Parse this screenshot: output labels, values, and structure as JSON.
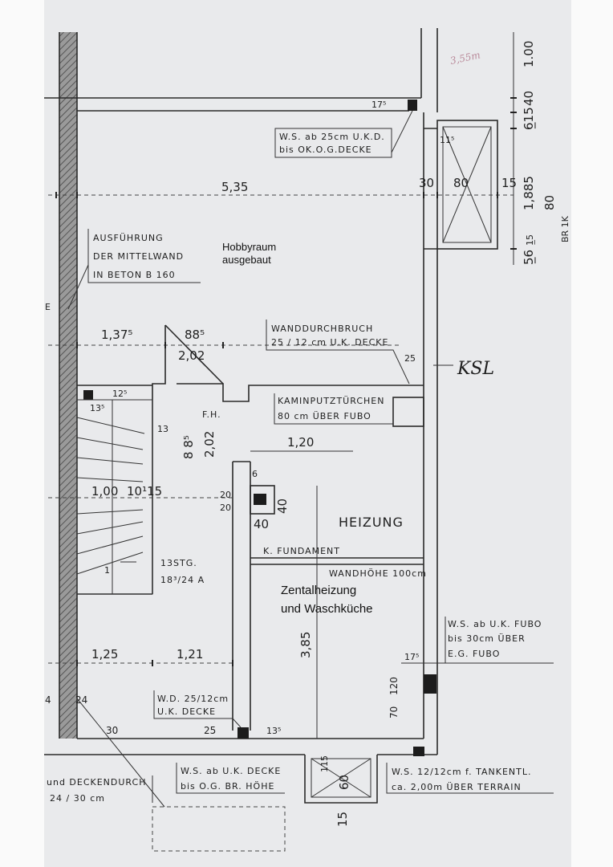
{
  "labels": {
    "hobbyraum_1": "Hobbyraum",
    "hobbyraum_2": "ausgebaut",
    "zentral_1": "Zentalheizung",
    "zentral_2": "und Waschküche",
    "heizung": "HEIZUNG",
    "fundament": "K. FUNDAMENT",
    "wandhoehe": "WANDHÖHE 100cm",
    "ksl": "KSL",
    "stg_1": "13STG.",
    "stg_2": "18³/24 A",
    "fh": "F.H.",
    "pencil": "3,55m"
  },
  "notes": {
    "ws_top_1": "W.S. ab 25cm U.K.D.",
    "ws_top_2": "bis OK.O.G.DECKE",
    "ausf_1": "AUSFÜHRUNG",
    "ausf_2": "DER MITTELWAND",
    "ausf_3": "IN BETON B 160",
    "wdb_1": "WANDDURCHBRUCH",
    "wdb_2": "25 / 12 cm U.K. DECKE",
    "kamin_1": "KAMINPUTZTÜRCHEN",
    "kamin_2": "80 cm ÜBER FUBO",
    "wsfubo_1": "W.S. ab U.K. FUBO",
    "wsfubo_2": "bis 30cm ÜBER",
    "wsfubo_3": "E.G. FUBO",
    "wd_1": "W.D. 25/12cm",
    "wd_2": "U.K. DECKE",
    "wsdecke_1": "W.S. ab U.K. DECKE",
    "wsdecke_2": "bis O.G. BR. HÖHE",
    "tank_1": "W.S. 12/12cm f. TANKENTL.",
    "tank_2": "ca. 2,00m ÜBER TERRAIN",
    "deckendurch_1": "und DECKENDURCH",
    "deckendurch_2": "24 / 30 cm",
    "edge_e": "E"
  },
  "dims": {
    "d535": "5,35",
    "d30": "30",
    "d80": "80",
    "d15": "15",
    "d175": "17⁵",
    "d115": "11⁵",
    "d1375": "1,37⁵",
    "d885": "88⁵",
    "d202": "2,02",
    "d25": "25",
    "d125": "12⁵",
    "d135": "13⁵",
    "d13": "13",
    "d120": "1,20",
    "d6": "6",
    "d20a": "20",
    "d20b": "20",
    "d40a": "40",
    "d40b": "40",
    "d885v": "8 8⁵",
    "d202v": "2,02",
    "d100": "1,00",
    "d1015": "10¹15",
    "d1": "1",
    "d125b": "1,25",
    "d121": "1,21",
    "d385": "3,85",
    "d175b": "17⁵",
    "d120b": "120",
    "d70": "70",
    "d24": "24",
    "d30b": "30",
    "d25b": "25",
    "d135b": "13⁵",
    "d115b": "115",
    "d60": "60",
    "d15b": "15",
    "d4": "4",
    "r100": "1.00",
    "r40": "40",
    "r615": "6̲15",
    "r1885": "1,885",
    "r80": "80",
    "r15": "1̲5",
    "r56": "5̲6",
    "r1x": "BR 1K"
  }
}
